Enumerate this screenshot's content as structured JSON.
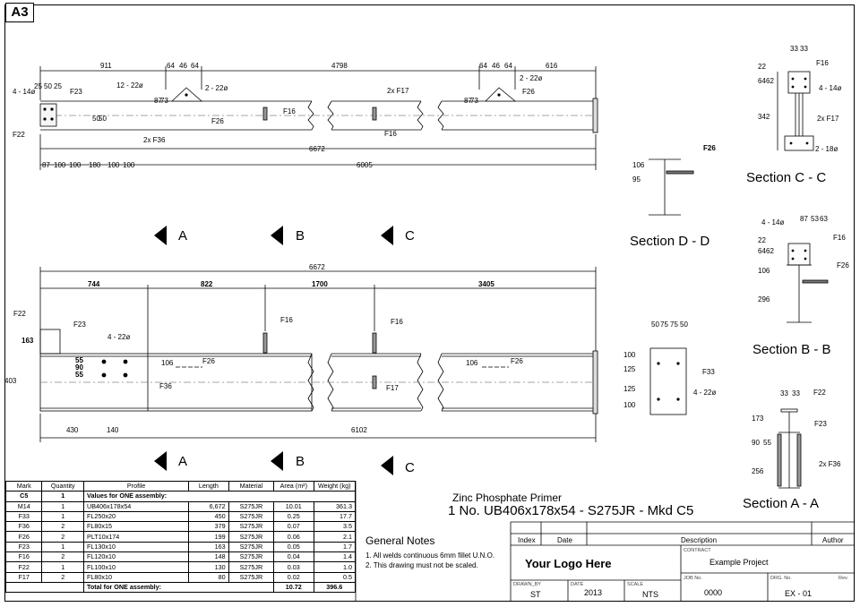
{
  "sheet": {
    "size": "A3"
  },
  "top_view": {
    "dims_top": [
      "911",
      "64",
      "46",
      "64",
      "4798",
      "64",
      "46",
      "64",
      "616"
    ],
    "dims_bottom": [
      "87",
      "100",
      "100",
      "180",
      "100",
      "100",
      "6005"
    ],
    "overall": "6672",
    "labels": [
      "4 - 14ø",
      "25",
      "50",
      "25",
      "F23",
      "12 - 22ø",
      "2 - 22ø",
      "2x F17",
      "2 - 22ø",
      "F26",
      "F26",
      "F16",
      "F16",
      "F22",
      "2x F36",
      "87",
      "73",
      "50",
      "50",
      "87",
      "73"
    ]
  },
  "front_view": {
    "overall": "6672",
    "segments": [
      "744",
      "822",
      "1700",
      "3405"
    ],
    "dims_bottom": [
      "430",
      "140",
      "6102"
    ],
    "labels": [
      "F22",
      "F23",
      "163",
      "4 - 22ø",
      "55",
      "90",
      "55",
      "403",
      "F36",
      "106",
      "F26",
      "F16",
      "F16",
      "F17",
      "106",
      "F26"
    ]
  },
  "section_arrows": {
    "row1": [
      "A",
      "B",
      "C"
    ],
    "row2": [
      "A",
      "B",
      "C"
    ]
  },
  "sections": {
    "cc": {
      "title": "Section C - C",
      "labels": [
        "33",
        "33",
        "F16",
        "22",
        "64",
        "62",
        "4 - 14ø",
        "342",
        "2x F17",
        "2 - 18ø"
      ]
    },
    "dd": {
      "title": "Section D - D",
      "labels": [
        "F26",
        "95",
        "106"
      ]
    },
    "bb": {
      "title": "Section B - B",
      "labels": [
        "4 - 14ø",
        "87",
        "53",
        "63",
        "22",
        "64",
        "62",
        "F16",
        "106",
        "F26",
        "296"
      ]
    },
    "plate": {
      "labels": [
        "50",
        "75",
        "75",
        "50",
        "100",
        "125",
        "125",
        "100",
        "F33",
        "4 - 22ø"
      ]
    },
    "aa": {
      "title": "Section A - A",
      "labels": [
        "33",
        "33",
        "F22",
        "173",
        "F23",
        "90",
        "55",
        "256",
        "2x F36"
      ]
    }
  },
  "bom": {
    "headers": [
      "Mark",
      "Quantity",
      "Profile",
      "Length",
      "Material",
      "Area (m²)",
      "Weight (kg)"
    ],
    "assembly": {
      "mark": "C5",
      "qty": "1",
      "profile": "Values for ONE assembly:"
    },
    "rows": [
      [
        "M14",
        "1",
        "UB406x178x54",
        "6,672",
        "S275JR",
        "10.01",
        "361.3"
      ],
      [
        "F33",
        "1",
        "FL250x20",
        "450",
        "S275JR",
        "0.25",
        "17.7"
      ],
      [
        "F36",
        "2",
        "FL80x15",
        "379",
        "S275JR",
        "0.07",
        "3.5"
      ],
      [
        "F26",
        "2",
        "PLT10x174",
        "199",
        "S275JR",
        "0.06",
        "2.1"
      ],
      [
        "F23",
        "1",
        "FL130x10",
        "163",
        "S275JR",
        "0.05",
        "1.7"
      ],
      [
        "F16",
        "2",
        "FL120x10",
        "148",
        "S275JR",
        "0.04",
        "1.4"
      ],
      [
        "F22",
        "1",
        "FL100x10",
        "130",
        "S275JR",
        "0.03",
        "1.0"
      ],
      [
        "F17",
        "2",
        "FL80x10",
        "80",
        "S275JR",
        "0.02",
        "0.5"
      ]
    ],
    "total": {
      "label": "Total for ONE assembly:",
      "area": "10.72",
      "weight": "396.6"
    }
  },
  "finish": "Zinc Phosphate Primer",
  "assembly_title": "1 No. UB406x178x54  - S275JR - Mkd C5",
  "general_notes": {
    "title": "General Notes",
    "items": [
      "1.  All welds continuous 6mm fillet U.N.O.",
      "2.  This drawing must not be scaled."
    ]
  },
  "title_block": {
    "rev_headers": [
      "Index",
      "Date",
      "Description",
      "Author"
    ],
    "logo": "Your Logo Here",
    "contract_label": "CONTRACT",
    "contract": "Example Project",
    "drawn_label": "DRAWN_BY",
    "drawn": "ST",
    "date_label": "DATE",
    "date": "2013",
    "scale_label": "SCALE",
    "scale": "NTS",
    "job_label": "JOB No.",
    "job": "0000",
    "dwg_label": "DRG. No.",
    "dwg": "EX - 01",
    "rev_label": "Rev."
  }
}
